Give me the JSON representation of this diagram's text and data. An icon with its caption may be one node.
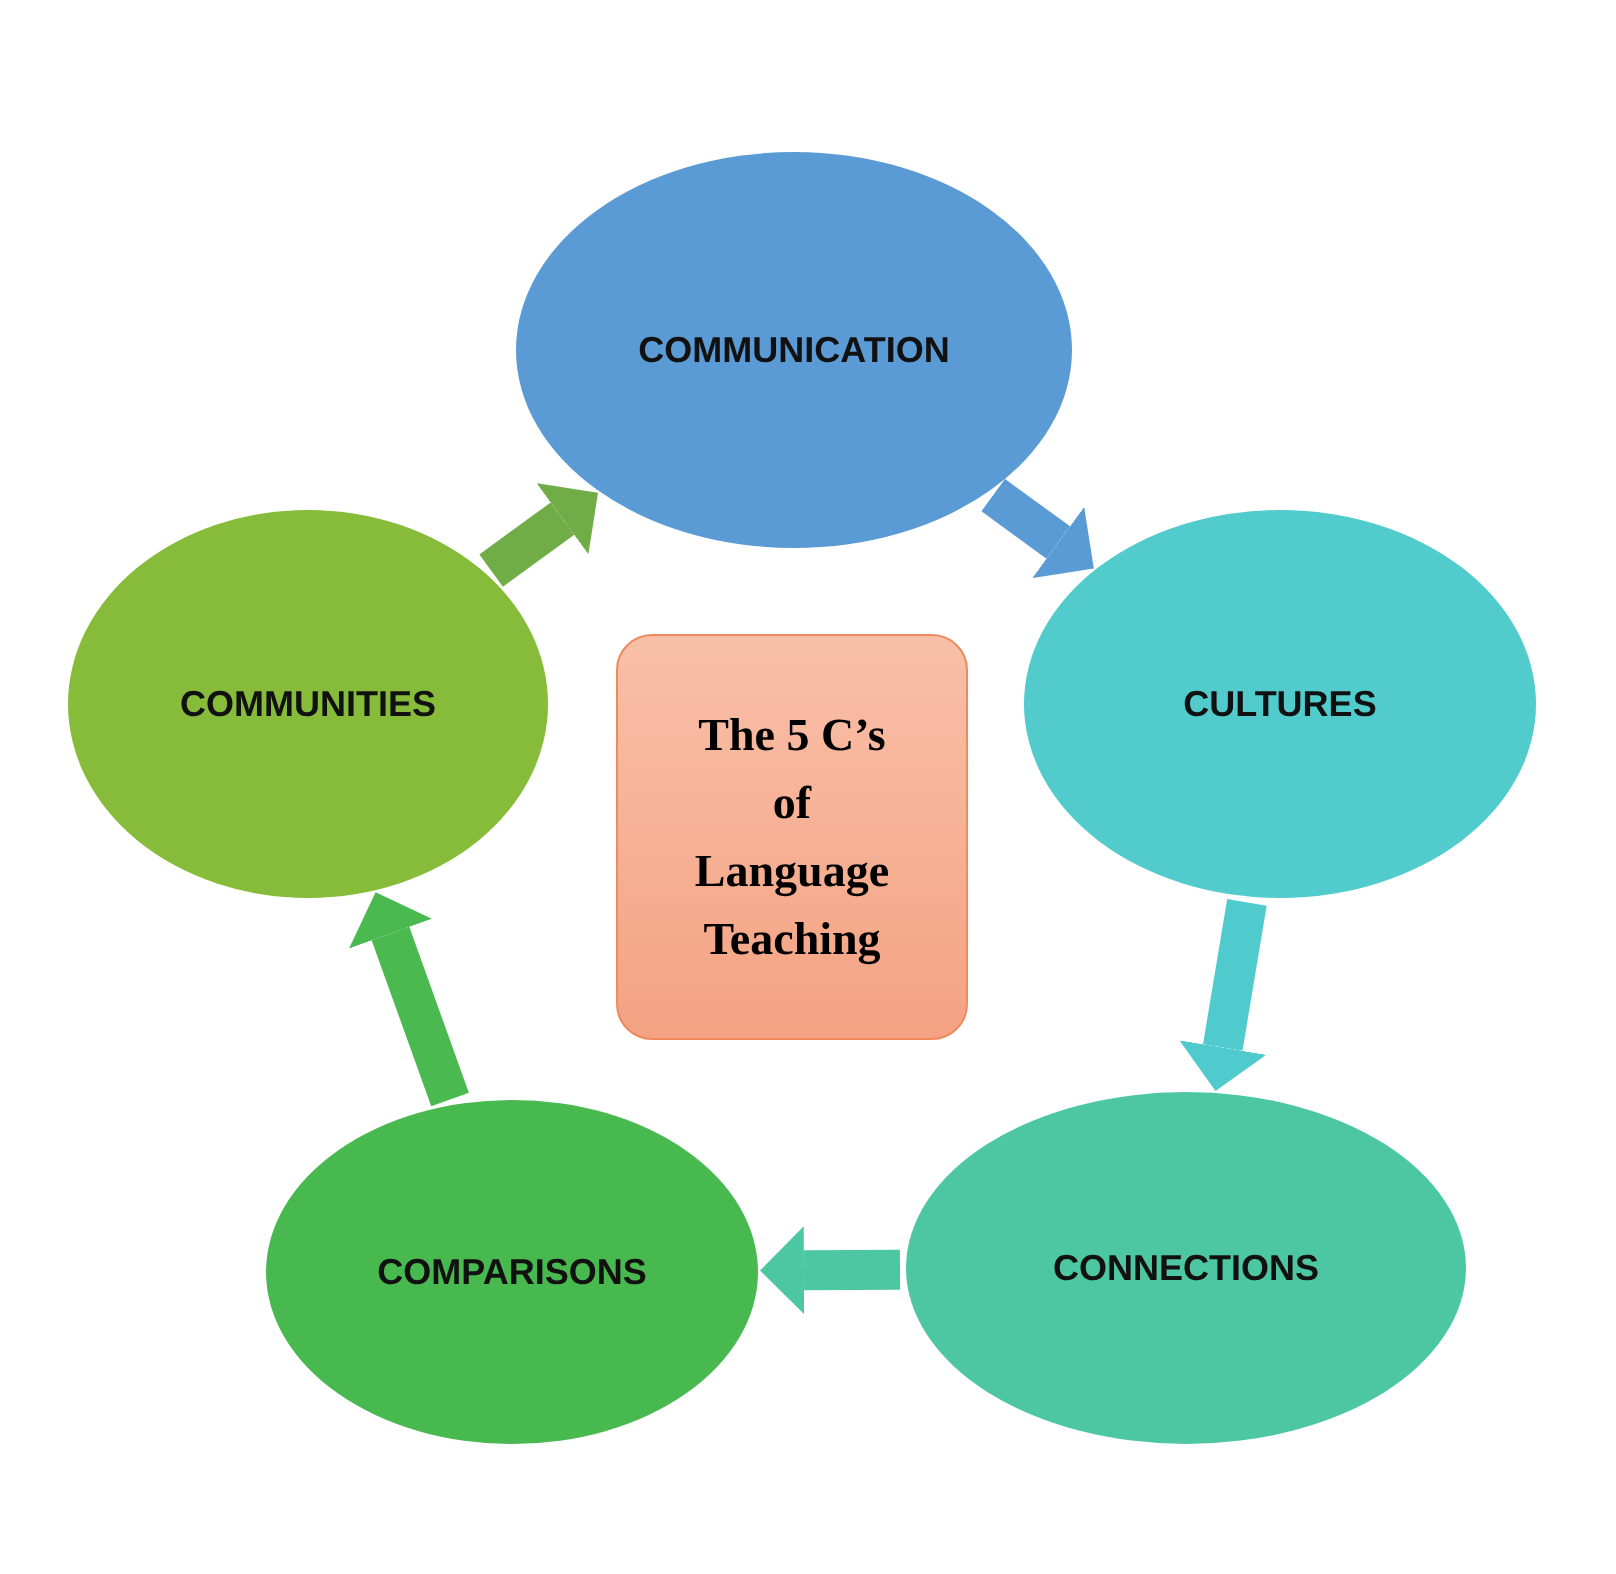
{
  "diagram": {
    "nodes": [
      {
        "text": [
          "COMMUNICATION"
        ]
      },
      {
        "text": [
          "COMMUNITIES"
        ]
      },
      {
        "text": [
          "The 5 C’s of Language Teaching"
        ]
      },
      {
        "text": [
          "CULTURES"
        ]
      },
      {
        "text": [
          "COMPARISONS"
        ]
      },
      {
        "text": [
          "CONNECTIONS"
        ]
      }
    ],
    "edges": [
      {
        "from": 0,
        "to": 3,
        "arrow": "to",
        "color": "#5b9bd5"
      },
      {
        "from": 3,
        "to": 5,
        "arrow": "to",
        "color": "#4fcbcd"
      },
      {
        "from": 5,
        "to": 4,
        "arrow": "to",
        "color": "#4dc7a2"
      },
      {
        "from": 4,
        "to": 1,
        "arrow": "to",
        "color": "#4ab94f"
      },
      {
        "from": 1,
        "to": 0,
        "arrow": "to",
        "color": "#70ad47"
      }
    ]
  }
}
